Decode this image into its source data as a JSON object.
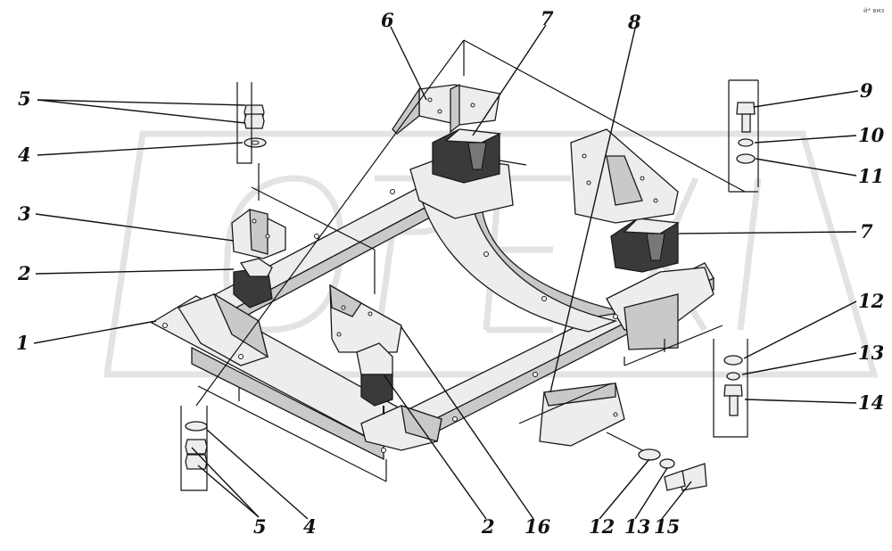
{
  "watermark": "OPEX",
  "corner_mark": "й* вмз",
  "callouts": [
    "1",
    "2",
    "3",
    "4",
    "5",
    "6",
    "7",
    "8",
    "9",
    "10",
    "11",
    "12",
    "13",
    "14",
    "15",
    "16"
  ],
  "labels": {
    "l5a": "5",
    "l4a": "4",
    "l3": "3",
    "l2a": "2",
    "l1": "1",
    "l6": "6",
    "l7a": "7",
    "l8": "8",
    "l9": "9",
    "l10": "10",
    "l11": "11",
    "l7b": "7",
    "l12a": "12",
    "l13a": "13",
    "l14": "14",
    "l5b": "5",
    "l4b": "4",
    "l2b": "2",
    "l16": "16",
    "l12b": "12",
    "l13b": "13",
    "l15": "15"
  }
}
